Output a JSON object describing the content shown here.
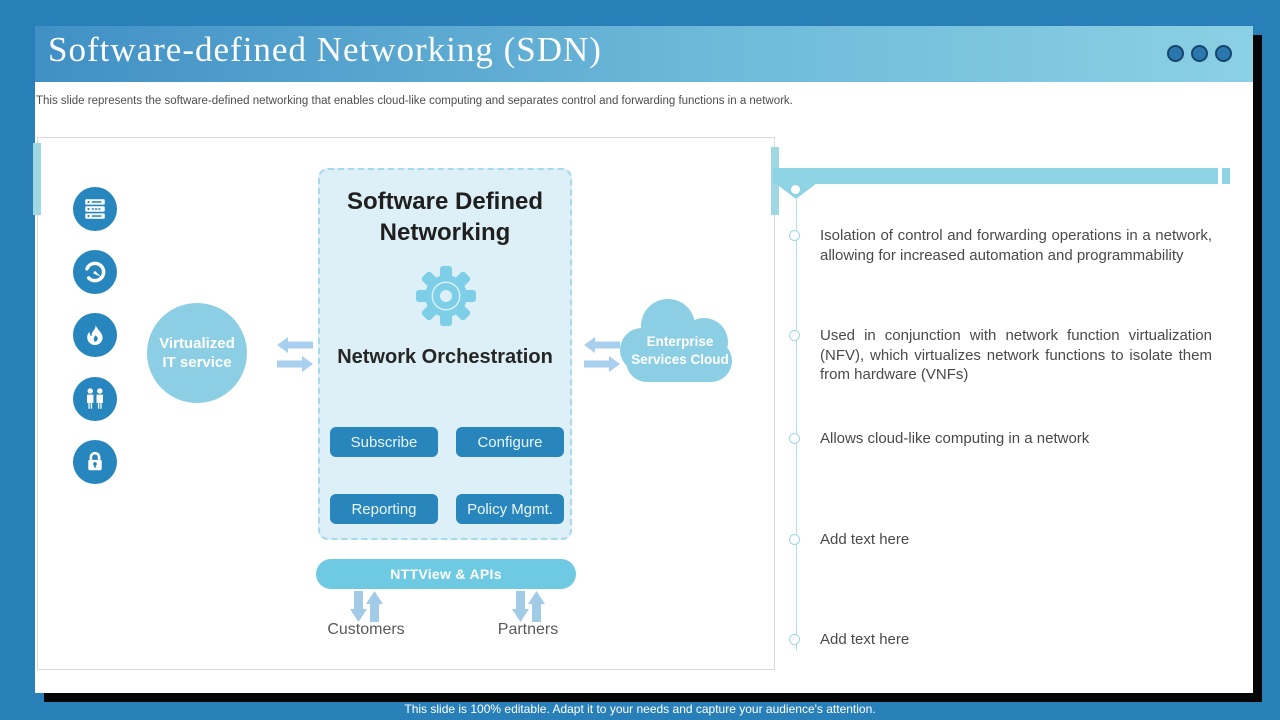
{
  "slide": {
    "title": "Software-defined Networking (SDN)",
    "subtitle": "This slide represents the software-defined networking that enables cloud-like computing and separates control and forwarding functions in a network.",
    "footer": "This slide is 100% editable. Adapt it to your needs and capture your audience's attention."
  },
  "diagram": {
    "side_icons": [
      "server-icon",
      "gauge-icon",
      "flame-icon",
      "people-icon",
      "lock-icon"
    ],
    "virtualized_label": "Virtualized IT service",
    "sdn_box": {
      "title": "Software Defined Networking",
      "gear_icon": "gear-icon",
      "center_label": "Network Orchestration",
      "buttons": [
        "Subscribe",
        "Configure",
        "Reporting",
        "Policy Mgmt."
      ]
    },
    "cloud_label": "Enterprise Services Cloud",
    "api_bar_label": "NTTView & APIs",
    "bottom_labels": [
      "Customers",
      "Partners"
    ]
  },
  "bullets": [
    "Isolation of control and forwarding operations in a network, allowing for increased automation and programmability",
    "Used in conjunction with network function virtualization (NFV), which virtualizes network functions to isolate them from hardware (VNFs)",
    "Allows cloud-like computing in a network",
    "Add text here",
    "Add text here"
  ],
  "colors": {
    "page_bg": "#2980b9",
    "banner_gradient_start": "#4190c5",
    "banner_gradient_end": "#8bd0e4",
    "primary_blue": "#2786bd",
    "light_blue": "#8ccfe4",
    "pale_arrow_blue": "#a9cfee",
    "accent_bar": "#8ed4e4",
    "sdn_box_bg": "#ddeff7",
    "text_dark": "#4a4a4a"
  }
}
